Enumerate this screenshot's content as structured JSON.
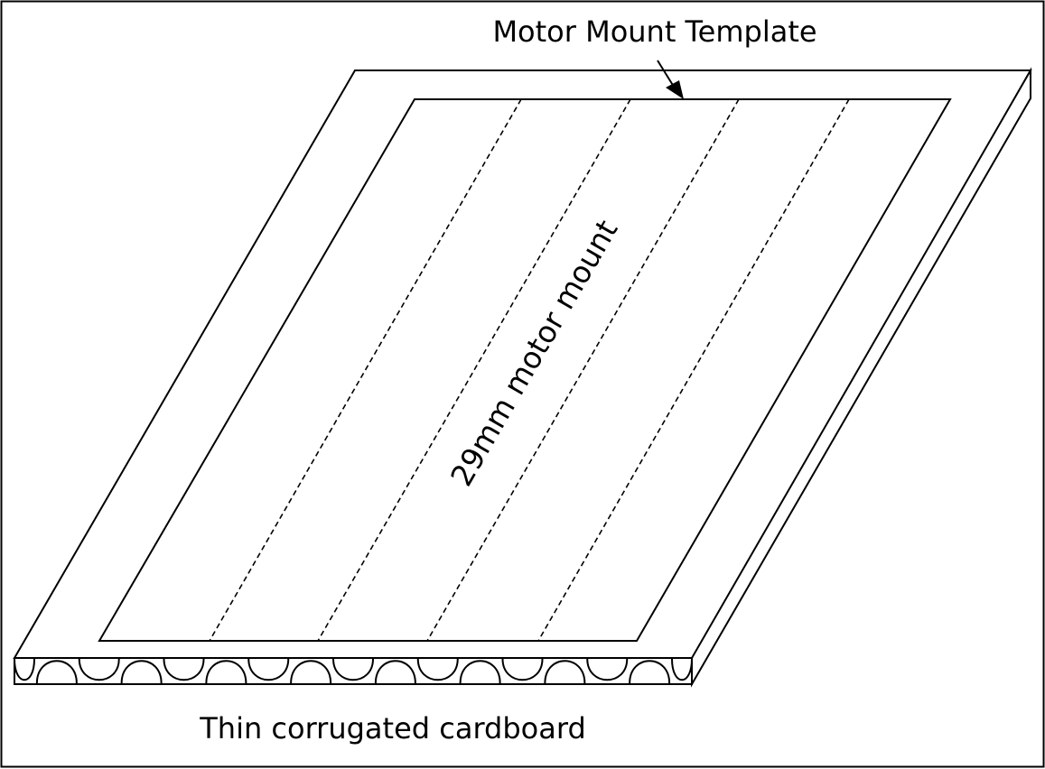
{
  "labels": {
    "template": "Motor Mount Template",
    "mount": "29mm motor mount",
    "cardboard": "Thin corrugated cardboard"
  },
  "style": {
    "stroke": "#000000",
    "background": "#ffffff"
  },
  "flutes": {
    "count": 8
  },
  "fold_lines": {
    "count": 4,
    "dashed": true
  }
}
